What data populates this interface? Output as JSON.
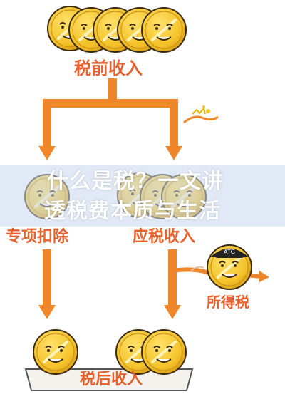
{
  "labels": {
    "pre_tax_income": "税前收入",
    "special_deduction": "专项扣除",
    "taxable_income": "应税收入",
    "income_tax": "所得税",
    "after_tax_income": "税后收入"
  },
  "overlay": {
    "line1": "什么是税？一文讲",
    "line2": "透税费本质与生活"
  },
  "colors": {
    "label": "#e8602c",
    "arrow": "#f0862a",
    "coin_fill": "#f4c32a",
    "coin_edge": "#3a2a10",
    "overlay_band": "#c8d7f0"
  },
  "icons": {
    "coin": "coin-face-icon",
    "thief": "coin-thief-icon",
    "splash": "money-splash-icon"
  },
  "coin_groups": {
    "top_count": 5,
    "deduction_count": 1,
    "taxable_count": 3,
    "bottom_count": 3
  }
}
